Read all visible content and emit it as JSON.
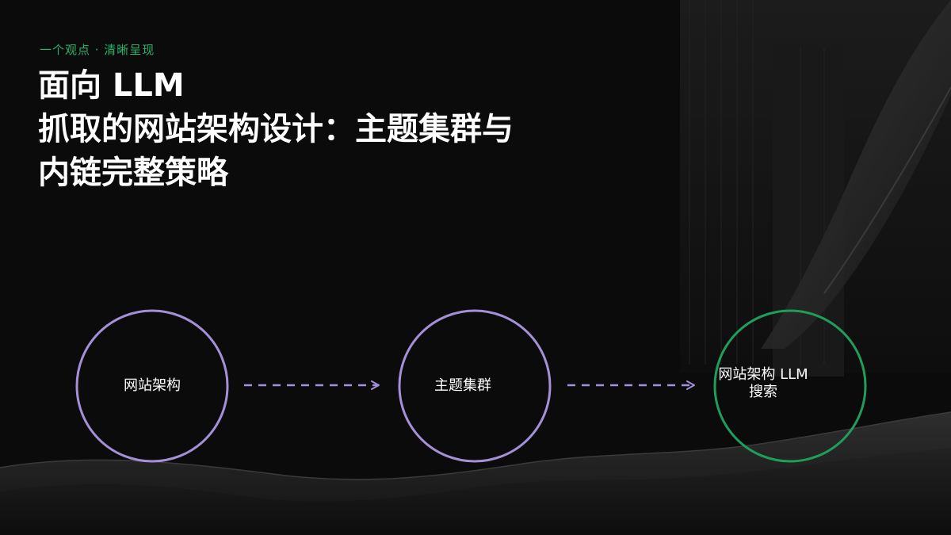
{
  "header": {
    "eyebrow": "一个观点 · 清晰呈现",
    "title_lines": [
      "面向 LLM",
      "抓取的网站架构设计：主题集群与",
      "内链完整策略"
    ]
  },
  "flow": {
    "nodes": [
      {
        "label_lines": [
          "网站架构"
        ],
        "color": "#a48fd8"
      },
      {
        "label_lines": [
          "主题集群"
        ],
        "color": "#a48fd8"
      },
      {
        "label_lines": [
          "网站架构 LLM",
          "搜索"
        ],
        "color": "#1f9d5a"
      }
    ],
    "arrow_color": "#a48fd8"
  },
  "colors": {
    "background": "#0b0b0b",
    "accent": "#27b36b",
    "text": "#ffffff"
  }
}
